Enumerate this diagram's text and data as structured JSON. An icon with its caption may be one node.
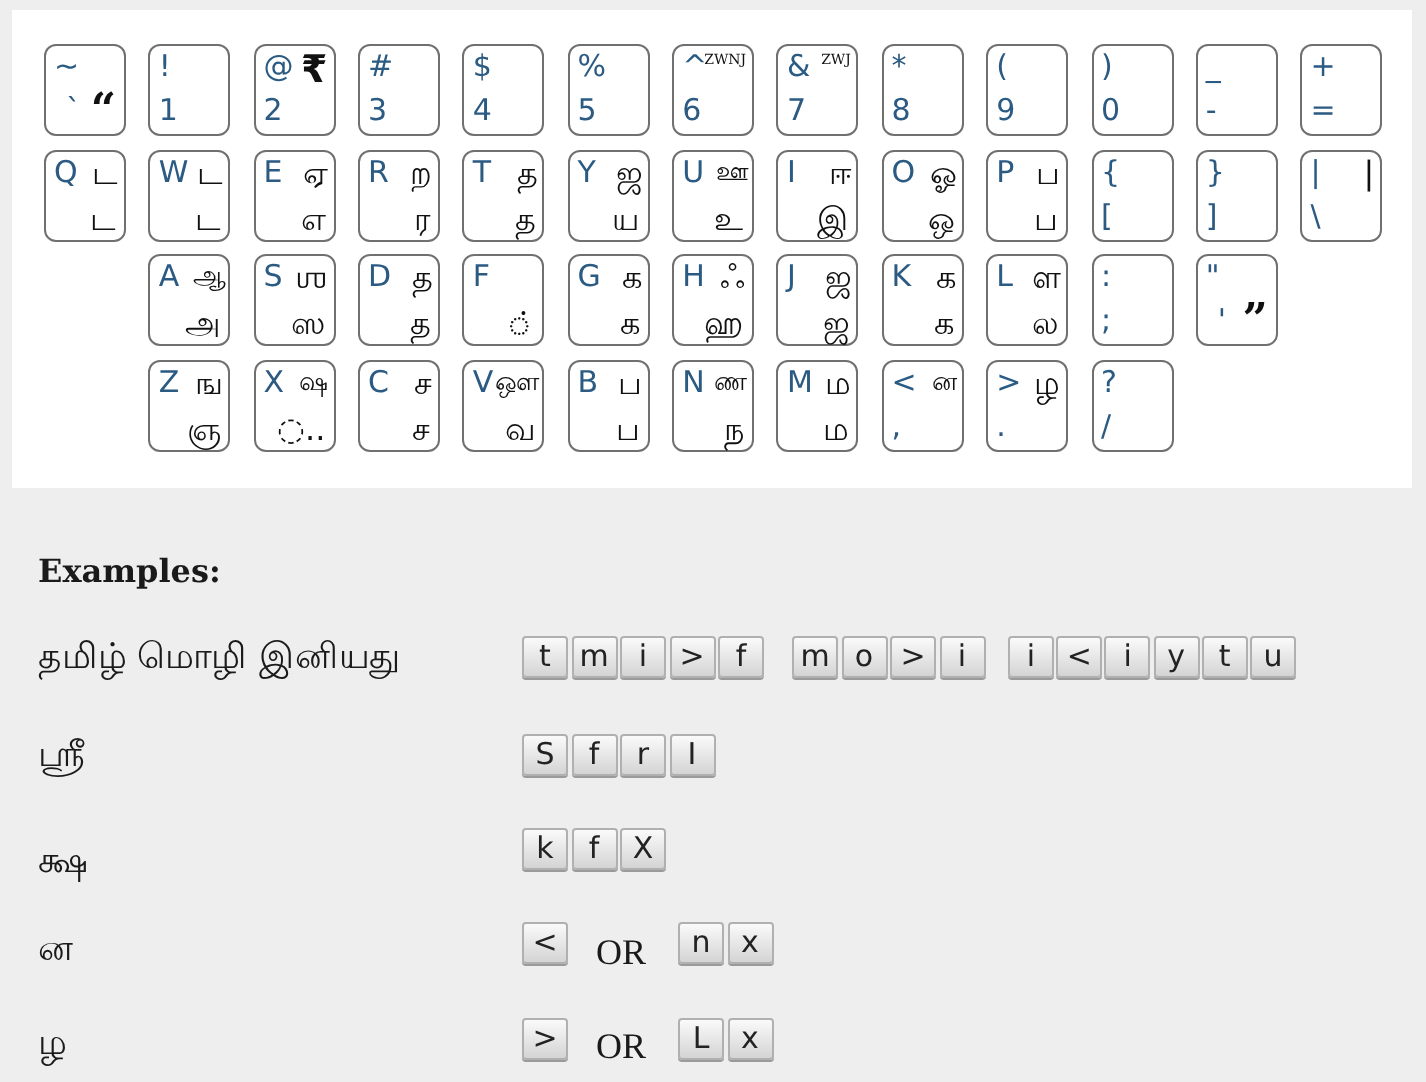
{
  "diagram": {
    "nodes": [
      {
        "text": [
          "~",
          "`",
          "“"
        ]
      },
      {
        "text": [
          "!",
          "1"
        ]
      },
      {
        "text": [
          "@",
          "₹",
          "2"
        ]
      },
      {
        "text": [
          "#",
          "3"
        ]
      },
      {
        "text": [
          "$",
          "4"
        ]
      },
      {
        "text": [
          "%",
          "5"
        ]
      },
      {
        "text": [
          "^",
          "ZWNJ",
          "6"
        ]
      },
      {
        "text": [
          "&",
          "ZWJ",
          "7"
        ]
      },
      {
        "text": [
          "*",
          "8"
        ]
      },
      {
        "text": [
          "(",
          "9"
        ]
      },
      {
        "text": [
          ")",
          "0"
        ]
      },
      {
        "text": [
          "_",
          "-"
        ]
      },
      {
        "text": [
          "+",
          "="
        ]
      },
      {
        "text": [
          "Q",
          "ட",
          "ட"
        ]
      },
      {
        "text": [
          "W",
          "ட",
          "ட"
        ]
      },
      {
        "text": [
          "E",
          "ஏ",
          "எ"
        ]
      },
      {
        "text": [
          "R",
          "ற",
          "ர"
        ]
      },
      {
        "text": [
          "T",
          "த",
          "த"
        ]
      },
      {
        "text": [
          "Y",
          "ஜ",
          "ய"
        ]
      },
      {
        "text": [
          "U",
          "ஊ",
          "உ"
        ]
      },
      {
        "text": [
          "I",
          "ஈ",
          "இ"
        ]
      },
      {
        "text": [
          "O",
          "ஓ",
          "ஒ"
        ]
      },
      {
        "text": [
          "P",
          "ப",
          "ப"
        ]
      },
      {
        "text": [
          "{",
          "["
        ]
      },
      {
        "text": [
          "}",
          "]"
        ]
      },
      {
        "text": [
          "|",
          "|",
          "\\"
        ]
      },
      {
        "text": [
          "A",
          "ஆ",
          "அ"
        ]
      },
      {
        "text": [
          "S",
          "ஶ",
          "ஸ"
        ]
      },
      {
        "text": [
          "D",
          "த",
          "த"
        ]
      },
      {
        "text": [
          "F",
          "◌்"
        ]
      },
      {
        "text": [
          "G",
          "க",
          "க"
        ]
      },
      {
        "text": [
          "H",
          "ஃ",
          "ஹ"
        ]
      },
      {
        "text": [
          "J",
          "ஜ",
          "ஜ"
        ]
      },
      {
        "text": [
          "K",
          "க",
          "க"
        ]
      },
      {
        "text": [
          "L",
          "ள",
          "ல"
        ]
      },
      {
        "text": [
          ":",
          ";"
        ]
      },
      {
        "text": [
          "\"",
          "'",
          "”"
        ]
      },
      {
        "text": [
          "Z",
          "ங",
          "ஞ"
        ]
      },
      {
        "text": [
          "X",
          "ஷ",
          "◌.."
        ]
      },
      {
        "text": [
          "C",
          "ச",
          "ச"
        ]
      },
      {
        "text": [
          "V",
          "ஔ",
          "வ"
        ]
      },
      {
        "text": [
          "B",
          "ப",
          "ப"
        ]
      },
      {
        "text": [
          "N",
          "ண",
          "ந"
        ]
      },
      {
        "text": [
          "M",
          "ம",
          "ம"
        ]
      },
      {
        "text": [
          "<",
          "ன",
          ","
        ]
      },
      {
        "text": [
          ">",
          "ழ",
          "."
        ]
      },
      {
        "text": [
          "?",
          "/"
        ]
      },
      {
        "text": [
          "t"
        ]
      },
      {
        "text": [
          "m"
        ]
      },
      {
        "text": [
          "i"
        ]
      },
      {
        "text": [
          ">"
        ]
      },
      {
        "text": [
          "f"
        ]
      },
      {
        "text": [
          "m"
        ]
      },
      {
        "text": [
          "o"
        ]
      },
      {
        "text": [
          ">"
        ]
      },
      {
        "text": [
          "i"
        ]
      },
      {
        "text": [
          "i"
        ]
      },
      {
        "text": [
          "<"
        ]
      },
      {
        "text": [
          "i"
        ]
      },
      {
        "text": [
          "y"
        ]
      },
      {
        "text": [
          "t"
        ]
      },
      {
        "text": [
          "u"
        ]
      },
      {
        "text": [
          "S"
        ]
      },
      {
        "text": [
          "f"
        ]
      },
      {
        "text": [
          "r"
        ]
      },
      {
        "text": [
          "I"
        ]
      },
      {
        "text": [
          "k"
        ]
      },
      {
        "text": [
          "f"
        ]
      },
      {
        "text": [
          "X"
        ]
      },
      {
        "text": [
          "<"
        ]
      },
      {
        "text": [
          "n"
        ]
      },
      {
        "text": [
          "x"
        ]
      },
      {
        "text": [
          ">"
        ]
      },
      {
        "text": [
          "L"
        ]
      },
      {
        "text": [
          "x"
        ]
      }
    ],
    "labels": [
      "Examples:",
      "தமிழ் மொழி இனியது",
      "ஶ்ரீ",
      "க்ஷ",
      "ன",
      "OR",
      "ழ",
      "OR"
    ]
  }
}
